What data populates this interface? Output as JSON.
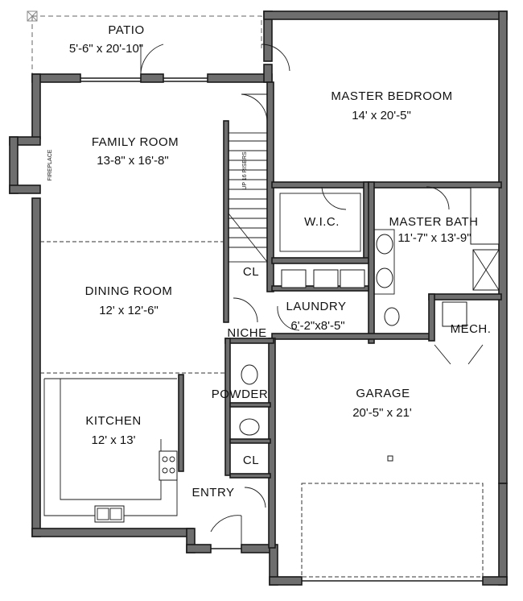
{
  "rooms": {
    "patio": {
      "name": "PATIO",
      "dims": "5'-6\" x 20'-10\""
    },
    "master_bedroom": {
      "name": "MASTER BEDROOM",
      "dims": "14' x 20'-5\""
    },
    "family_room": {
      "name": "FAMILY ROOM",
      "dims": "13-8\" x 16'-8\""
    },
    "wic": {
      "name": "W.I.C."
    },
    "master_bath": {
      "name": "MASTER BATH",
      "dims": "11'-7\" x 13'-9\""
    },
    "dining_room": {
      "name": "DINING ROOM",
      "dims": "12' x 12'-6\""
    },
    "closet_stair": {
      "name": "CL"
    },
    "laundry": {
      "name": "LAUNDRY",
      "dims": "6'-2\"x8'-5\""
    },
    "niche": {
      "name": "NICHE"
    },
    "mech": {
      "name": "MECH."
    },
    "powder": {
      "name": "POWDER"
    },
    "garage": {
      "name": "GARAGE",
      "dims": "20'-5\" x 21'"
    },
    "kitchen": {
      "name": "KITCHEN",
      "dims": "12' x 13'"
    },
    "closet_entry": {
      "name": "CL"
    },
    "entry": {
      "name": "ENTRY"
    }
  },
  "annotations": {
    "fireplace": "FIREPLACE",
    "stair_note": "UP 16 RISERS"
  }
}
